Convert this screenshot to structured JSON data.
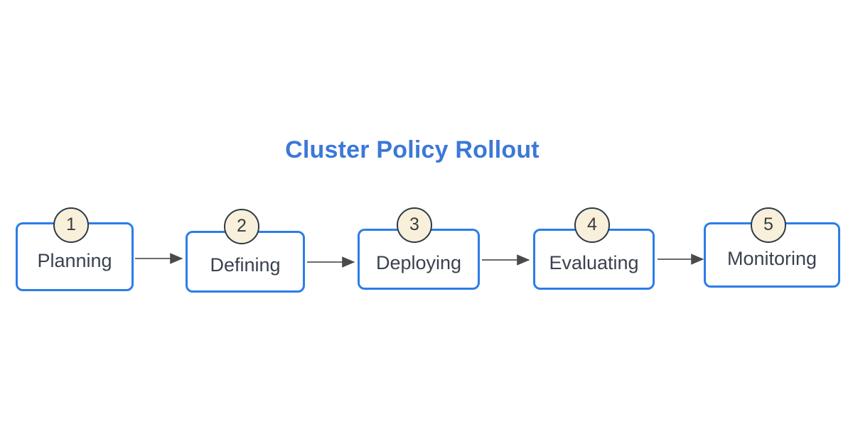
{
  "diagram": {
    "title": "Cluster Policy Rollout",
    "title_color": "#3b78d8",
    "background_color": "#ffffff",
    "node_border_color": "#2b7de9",
    "node_fill_color": "#ffffff",
    "node_text_color": "#39424e",
    "badge_fill_color": "#f8f0da",
    "badge_border_color": "#2d3a46",
    "connector_color": "#666666",
    "type": "process-flow",
    "steps": [
      {
        "number": "1",
        "label": "Planning"
      },
      {
        "number": "2",
        "label": "Defining"
      },
      {
        "number": "3",
        "label": "Deploying"
      },
      {
        "number": "4",
        "label": "Evaluating"
      },
      {
        "number": "5",
        "label": "Monitoring"
      }
    ],
    "connectors": [
      {
        "from": "Planning",
        "to": "Defining"
      },
      {
        "from": "Defining",
        "to": "Deploying"
      },
      {
        "from": "Deploying",
        "to": "Evaluating"
      },
      {
        "from": "Evaluating",
        "to": "Monitoring"
      }
    ]
  }
}
